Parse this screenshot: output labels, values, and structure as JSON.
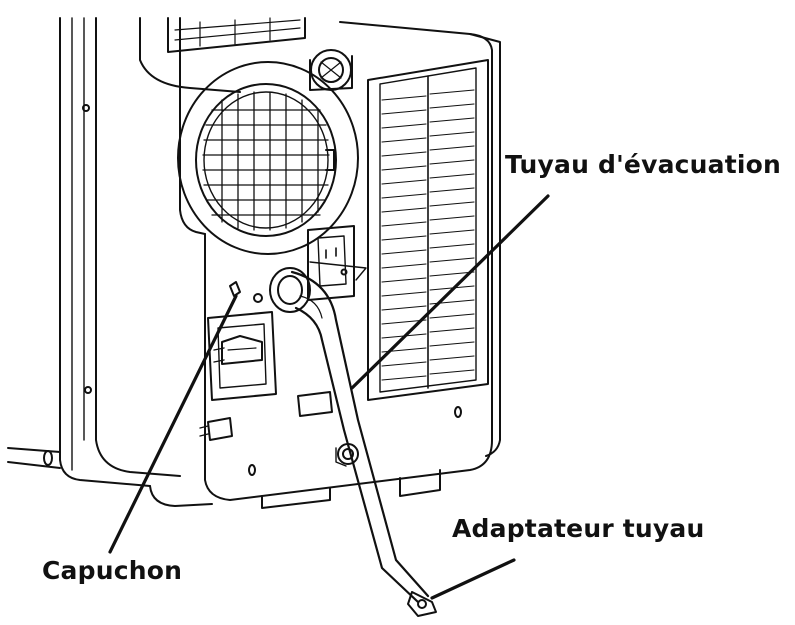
{
  "figure": {
    "labels": {
      "drain_hose": "Tuyau d'évacuation",
      "hose_adapter": "Adaptateur tuyau",
      "cap": "Capuchon"
    },
    "colors": {
      "line": "#111111",
      "background": "#ffffff",
      "fill": "#ffffff",
      "light_fill": "#f4f4f4"
    }
  }
}
